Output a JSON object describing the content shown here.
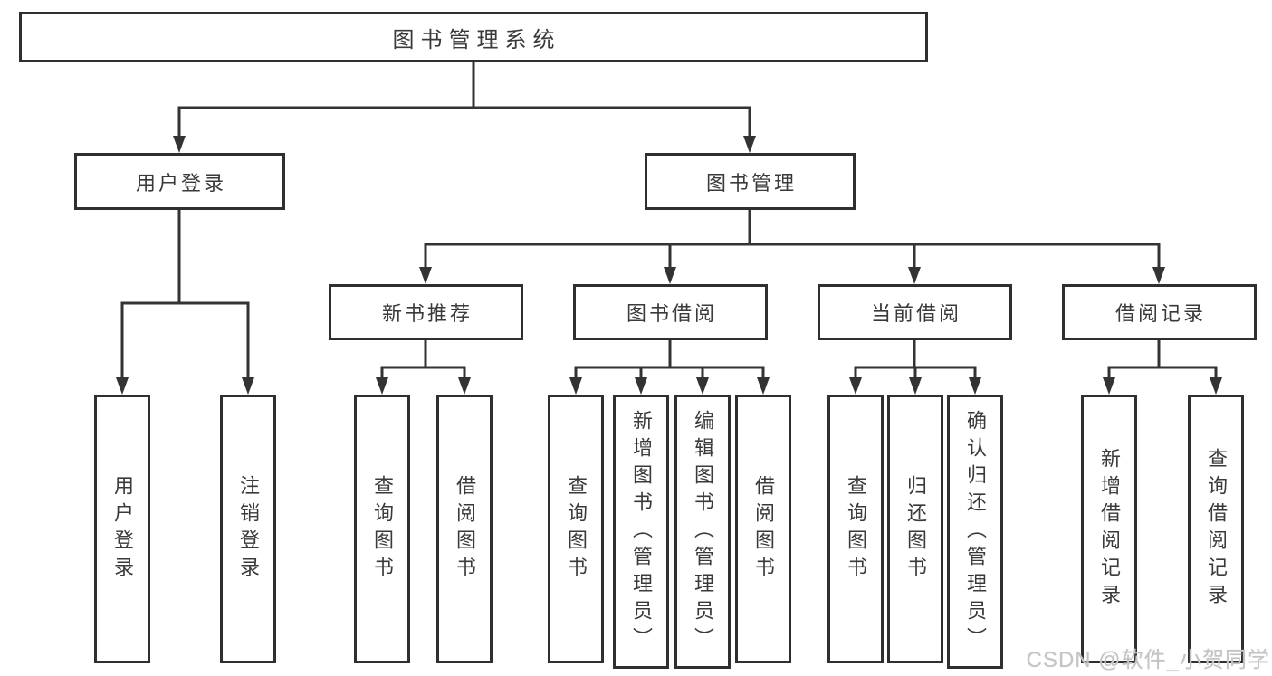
{
  "nodes": {
    "root": {
      "label": "图书管理系统"
    },
    "user_login": {
      "label": "用户登录"
    },
    "book_management": {
      "label": "图书管理"
    },
    "new_book_recommend": {
      "label": "新书推荐"
    },
    "book_borrowing": {
      "label": "图书借阅"
    },
    "current_borrowing": {
      "label": "当前借阅"
    },
    "borrowing_records": {
      "label": "借阅记录"
    },
    "leaves": {
      "user_login_group": [
        {
          "label": "用户登录"
        },
        {
          "label": "注销登录"
        }
      ],
      "new_book_group": [
        {
          "label": "查询图书"
        },
        {
          "label": "借阅图书"
        }
      ],
      "borrowing_group": [
        {
          "label": "查询图书"
        },
        {
          "label": "新增图书（管理员）"
        },
        {
          "label": "编辑图书（管理员）"
        },
        {
          "label": "借阅图书"
        }
      ],
      "current_group": [
        {
          "label": "查询图书"
        },
        {
          "label": "归还图书"
        },
        {
          "label": "确认归还（管理员）"
        }
      ],
      "records_group": [
        {
          "label": "新增借阅记录"
        },
        {
          "label": "查询借阅记录"
        }
      ]
    }
  },
  "colors": {
    "line": "#333333",
    "box_border": "#2f2f2f",
    "text": "#3a3a3a",
    "watermark": "#c4c4c4",
    "background": "#ffffff"
  },
  "watermark": {
    "text": "CSDN @软件_小贺同学"
  }
}
